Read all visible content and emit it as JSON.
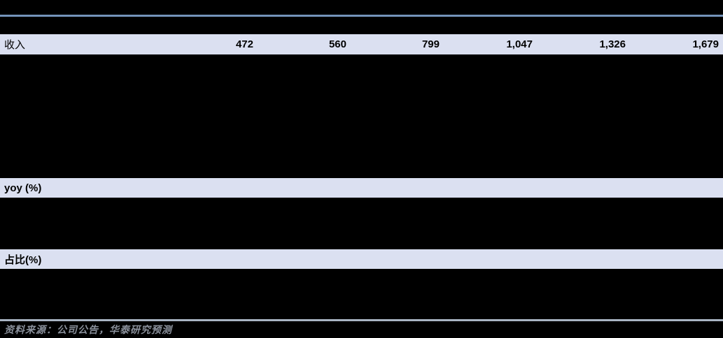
{
  "table": {
    "rows": [
      {
        "label": "收入",
        "values": [
          "472",
          "560",
          "799",
          "1,047",
          "1,326",
          "1,679"
        ]
      },
      {
        "label": "yoy (%)",
        "values": []
      },
      {
        "label": "占比(%)",
        "values": []
      }
    ]
  },
  "footer": {
    "source_note": "资料来源：公司公告，华泰研究预测"
  },
  "colors": {
    "top-rule": "#7493BA",
    "row-bg": "#DBE0F1",
    "bottom-rule": "#A9B4C3",
    "source-text": "#8A909B",
    "text": "#000000",
    "page-bg": "#000000"
  }
}
